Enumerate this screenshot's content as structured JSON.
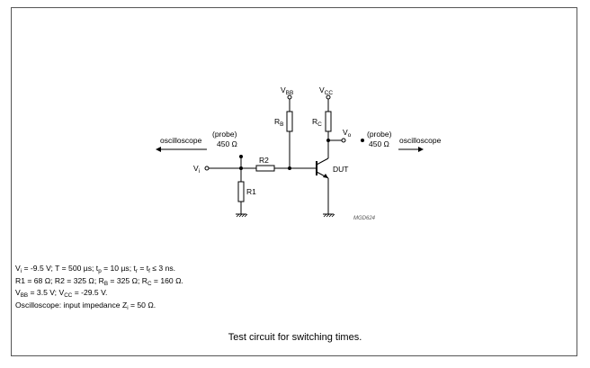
{
  "schematic": {
    "labels": {
      "vbb_main": "V",
      "vbb_sub": "BB",
      "vcc_main": "V",
      "vcc_sub": "CC",
      "rb_main": "R",
      "rb_sub": "B",
      "rc_main": "R",
      "rc_sub": "C",
      "vo_main": "V",
      "vo_sub": "o",
      "vi_main": "V",
      "vi_sub": "i",
      "r2": "R2",
      "r1": "R1",
      "dut": "DUT",
      "probe_left": "(probe)",
      "probe_left_value": "450 Ω",
      "oscilloscope_left": "oscilloscope",
      "probe_right": "(probe)",
      "probe_right_value": "450 Ω",
      "oscilloscope_right": "oscilloscope",
      "drawing_code": "MGD624"
    }
  },
  "notes": {
    "line1": {
      "vi_main": "V",
      "vi_sub": "i",
      "a": " = -9.5 V; T = 500 µs; t",
      "tp_sub": "p",
      "b": " = 10 µs; t",
      "tr_sub": "r",
      "c": " = t",
      "tf_sub": "f",
      "d": " ≤ 3 ns."
    },
    "line2": {
      "a": "R1 = 68 Ω; R2 = 325 Ω; R",
      "rb_sub": "B",
      "b": " = 325 Ω; R",
      "rc_sub": "C",
      "c": " = 160 Ω."
    },
    "line3": {
      "a": "V",
      "vbb_sub": "BB",
      "b": " = 3.5 V; V",
      "vcc_sub": "CC",
      "c": " = -29.5 V."
    },
    "line4": {
      "a": "Oscilloscope: input impedance Z",
      "zi_sub": "i",
      "b": " = 50 Ω."
    }
  },
  "caption": "Test circuit for switching times."
}
